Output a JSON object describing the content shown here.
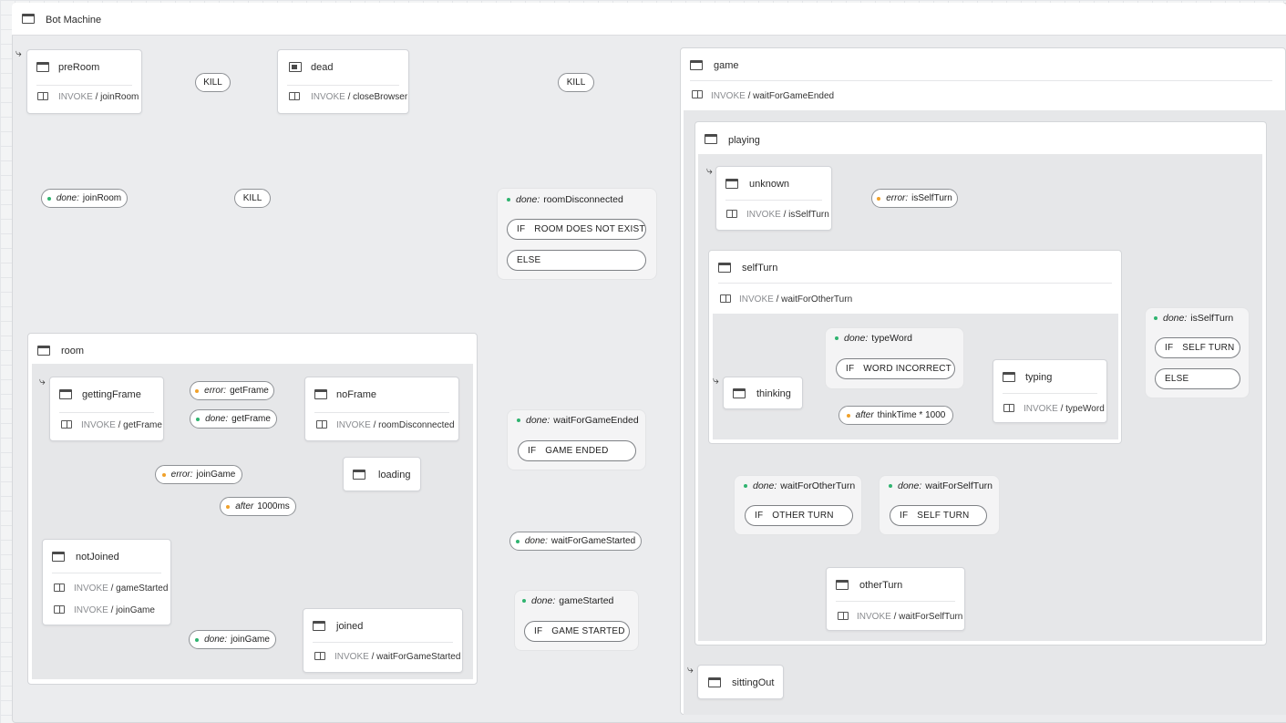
{
  "machine": {
    "title": "Bot Machine"
  },
  "invoke_prefix": "INVOKE",
  "if_prefix": "IF",
  "states": {
    "preRoom": {
      "title": "preRoom",
      "invoke": "joinRoom"
    },
    "dead": {
      "title": "dead",
      "invoke": "closeBrowser"
    },
    "room": {
      "title": "room"
    },
    "gettingFrame": {
      "title": "gettingFrame",
      "invoke": "getFrame"
    },
    "noFrame": {
      "title": "noFrame",
      "invoke": "roomDisconnected"
    },
    "loading": {
      "title": "loading"
    },
    "notJoined": {
      "title": "notJoined",
      "invokes": [
        "gameStarted",
        "joinGame"
      ]
    },
    "joined": {
      "title": "joined",
      "invoke": "waitForGameStarted"
    },
    "game": {
      "title": "game",
      "invoke": "waitForGameEnded"
    },
    "playing": {
      "title": "playing"
    },
    "unknown": {
      "title": "unknown",
      "invoke": "isSelfTurn"
    },
    "selfTurn": {
      "title": "selfTurn",
      "invoke": "waitForOtherTurn"
    },
    "thinking": {
      "title": "thinking"
    },
    "typing": {
      "title": "typing",
      "invoke": "typeWord"
    },
    "otherTurn": {
      "title": "otherTurn",
      "invoke": "waitForSelfTurn"
    },
    "sittingOut": {
      "title": "sittingOut"
    }
  },
  "transitions": {
    "kill": "KILL",
    "done_joinRoom": {
      "kind": "done:",
      "event": "joinRoom"
    },
    "error_getFrame": {
      "kind": "error:",
      "event": "getFrame"
    },
    "done_getFrame": {
      "kind": "done:",
      "event": "getFrame"
    },
    "error_joinGame": {
      "kind": "error:",
      "event": "joinGame"
    },
    "after_1000": {
      "kind": "after",
      "event": "1000ms"
    },
    "done_joinGame": {
      "kind": "done:",
      "event": "joinGame"
    },
    "done_roomDisconnected": {
      "kind": "done:",
      "event": "roomDisconnected",
      "guards": [
        "ROOM DOES NOT EXIST",
        "ELSE"
      ]
    },
    "done_waitForGameEnded": {
      "kind": "done:",
      "event": "waitForGameEnded",
      "guards": [
        "GAME ENDED"
      ]
    },
    "done_waitForGameStarted": {
      "kind": "done:",
      "event": "waitForGameStarted"
    },
    "done_gameStarted": {
      "kind": "done:",
      "event": "gameStarted",
      "guards": [
        "GAME STARTED"
      ]
    },
    "error_isSelfTurn": {
      "kind": "error:",
      "event": "isSelfTurn"
    },
    "done_isSelfTurn": {
      "kind": "done:",
      "event": "isSelfTurn",
      "guards": [
        "SELF TURN",
        "ELSE"
      ]
    },
    "done_typeWord": {
      "kind": "done:",
      "event": "typeWord",
      "guards": [
        "WORD INCORRECT"
      ]
    },
    "after_thinkTime": {
      "kind": "after",
      "event": "thinkTime * 1000"
    },
    "done_waitForOtherTurn": {
      "kind": "done:",
      "event": "waitForOtherTurn",
      "guards": [
        "OTHER TURN"
      ]
    },
    "done_waitForSelfTurn": {
      "kind": "done:",
      "event": "waitForSelfTurn",
      "guards": [
        "SELF TURN"
      ]
    }
  },
  "colors": {
    "done": "#2fb36f",
    "error": "#f0a12a",
    "after": "#f0a12a",
    "edge": "#5a5d62"
  },
  "icons": {
    "state": "window-icon",
    "final": "final-state-icon",
    "invoke": "book-icon",
    "initial": "initial-arrow-icon"
  }
}
